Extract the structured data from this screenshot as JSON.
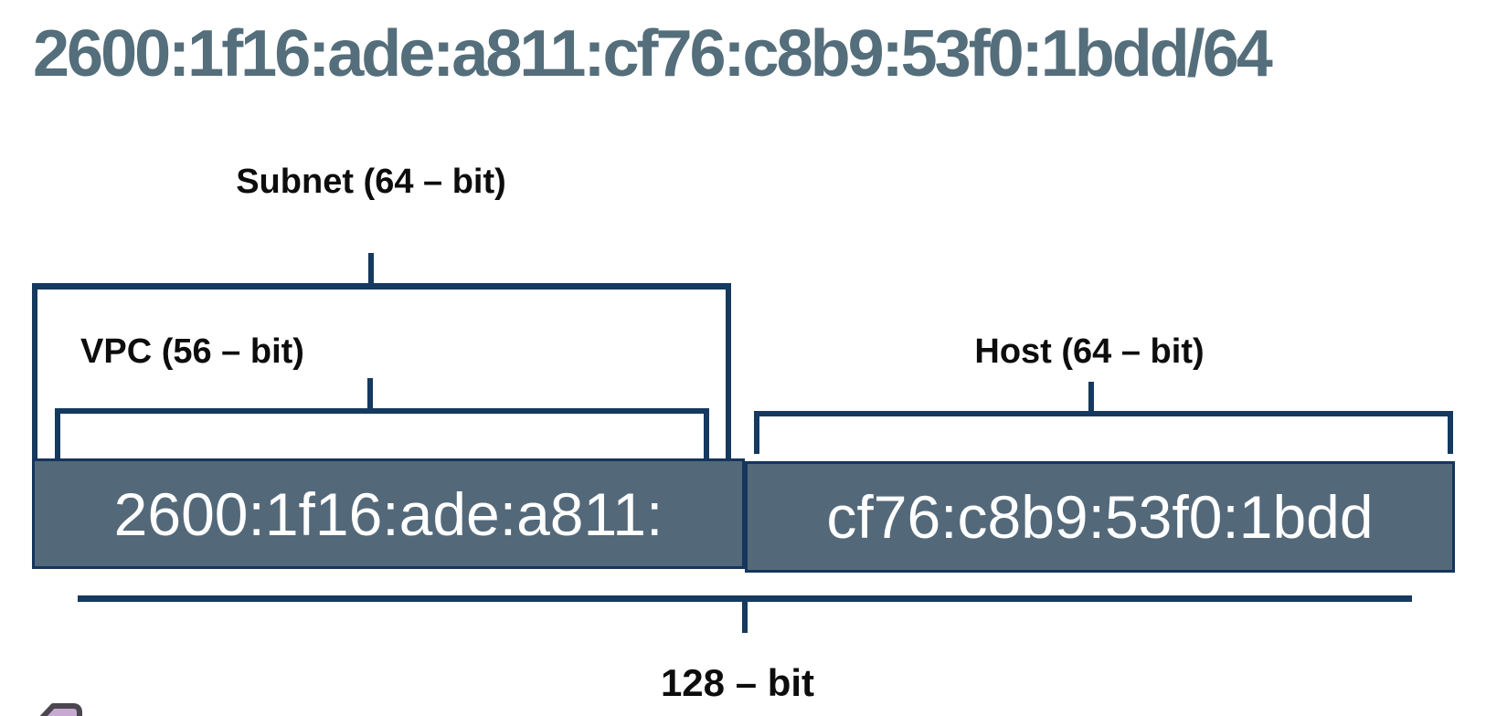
{
  "title": "2600:1f16:ade:a811:cf76:c8b9:53f0:1bdd/64",
  "diagram": {
    "subnet_label": "Subnet (64 – bit)",
    "vpc_label": "VPC (56 – bit)",
    "host_label": "Host (64 – bit)",
    "total_label": "128 – bit",
    "vpc_subnet_value": "2600:1f16:ade:a811:",
    "host_value": "cf76:c8b9:53f0:1bdd"
  },
  "icons": [
    {
      "name": "purple-box-icon",
      "description": "partially visible lavender shape with cut top-left corner at bottom-left of canvas"
    }
  ],
  "colors": {
    "title_color": "#546e7b",
    "bracket_color": "#15395f",
    "box_fill": "#53697a",
    "box_border": "#15355c",
    "box_text": "#ffffff",
    "label_text": "#0d0d0d",
    "icon_fill": "#c6aad1",
    "icon_stroke": "#4c4650",
    "bg": "#ffffff"
  }
}
